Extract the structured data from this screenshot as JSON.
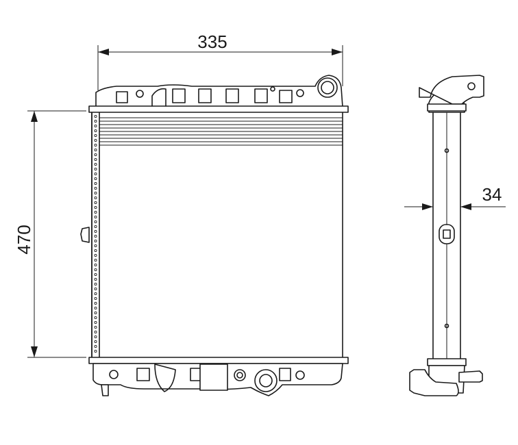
{
  "dimensions": {
    "width": {
      "value": "335"
    },
    "height": {
      "value": "470"
    },
    "depth": {
      "value": "34"
    }
  }
}
